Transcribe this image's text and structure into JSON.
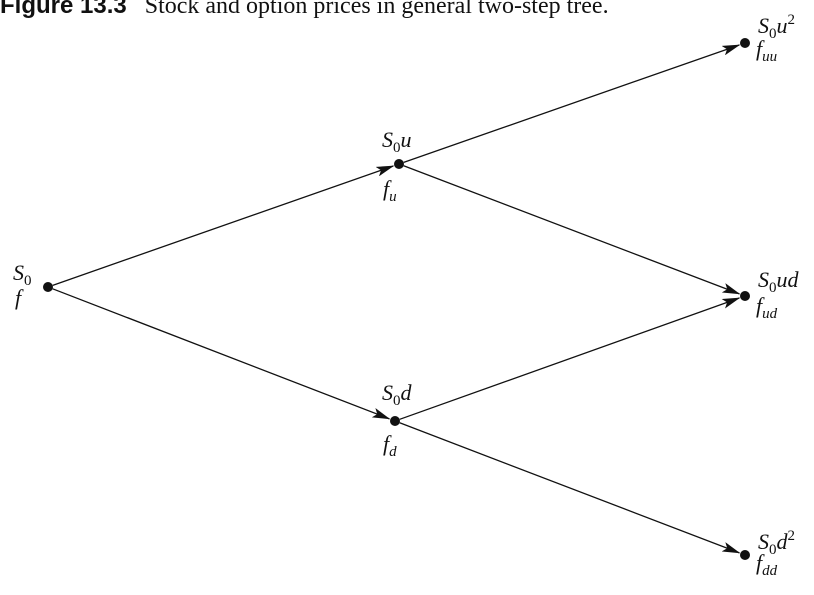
{
  "caption": {
    "figure_label": "Figure 13.3",
    "text": "Stock and option prices in general two-step tree."
  },
  "nodes": [
    {
      "id": "root",
      "stock": {
        "base": "S",
        "sub": "0",
        "rest": ""
      },
      "option": {
        "base": "f",
        "sub": ""
      }
    },
    {
      "id": "up",
      "stock": {
        "base": "S",
        "sub": "0",
        "rest": "u"
      },
      "option": {
        "base": "f",
        "sub": "u"
      }
    },
    {
      "id": "down",
      "stock": {
        "base": "S",
        "sub": "0",
        "rest": "d"
      },
      "option": {
        "base": "f",
        "sub": "d"
      }
    },
    {
      "id": "uu",
      "stock": {
        "base": "S",
        "sub": "0",
        "rest": "u",
        "sup": "2"
      },
      "option": {
        "base": "f",
        "sub": "uu"
      }
    },
    {
      "id": "ud",
      "stock": {
        "base": "S",
        "sub": "0",
        "rest": "ud"
      },
      "option": {
        "base": "f",
        "sub": "ud"
      }
    },
    {
      "id": "dd",
      "stock": {
        "base": "S",
        "sub": "0",
        "rest": "d",
        "sup": "2"
      },
      "option": {
        "base": "f",
        "sub": "dd"
      }
    }
  ],
  "edges": [
    {
      "from": "root",
      "to": "up"
    },
    {
      "from": "root",
      "to": "down"
    },
    {
      "from": "up",
      "to": "uu"
    },
    {
      "from": "up",
      "to": "ud"
    },
    {
      "from": "down",
      "to": "ud"
    },
    {
      "from": "down",
      "to": "dd"
    }
  ],
  "colors": {
    "ink": "#111111",
    "background": "#ffffff"
  }
}
